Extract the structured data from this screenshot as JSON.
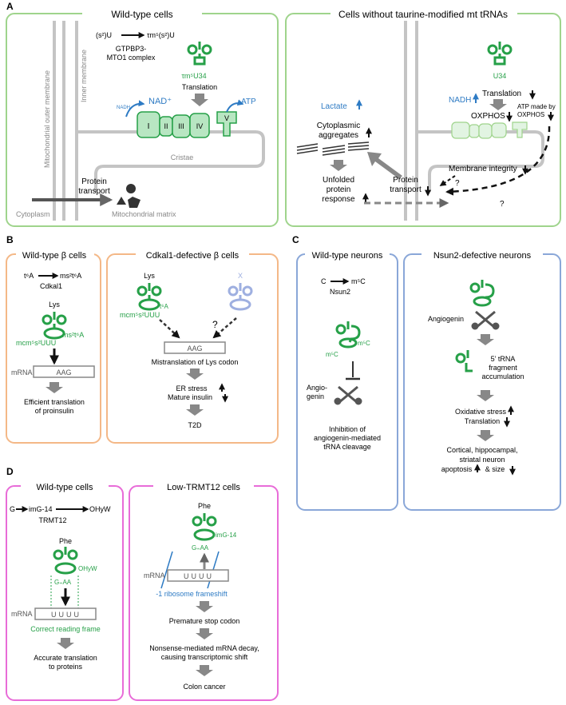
{
  "panels": {
    "A": {
      "letter": "A",
      "left_title": "Wild-type cells",
      "right_title": "Cells without taurine-modified mt tRNAs",
      "outer_membrane": "Mitochondrial outer membrane",
      "inner_membrane": "Inner membrane",
      "mod_from": "(s²)U",
      "mod_to": "τm⁵(s²)U",
      "enzyme_l1": "GTPBP3-",
      "enzyme_l2": "MTO1 complex",
      "trna_mod": "τm⁵U34",
      "translation": "Translation",
      "nadh": "NADH",
      "nad": "NAD⁺",
      "atp": "ATP",
      "complexes": [
        "I",
        "II",
        "III",
        "IV",
        "V"
      ],
      "cristae": "Cristae",
      "protein_l1": "Protein",
      "protein_l2": "transport",
      "cytoplasm": "Cytoplasm",
      "matrix": "Mitochondrial matrix",
      "r_trna_mod": "U34",
      "lactate": "Lactate",
      "r_nadh": "NADH",
      "r_translation": "Translation",
      "oxphos": "OXPHOS",
      "atp_made_l1": "ATP made by",
      "atp_made_l2": "OXPHOS",
      "aggr_l1": "Cytoplasmic",
      "aggr_l2": "aggregates",
      "upr_l1": "Unfolded",
      "upr_l2": "protein",
      "upr_l3": "response",
      "membrane_integrity": "Membrane integrity",
      "r_protein_l1": "Protein",
      "r_protein_l2": "transport",
      "q1": "?",
      "q2": "?"
    },
    "B": {
      "letter": "B",
      "left_title": "Wild-type β cells",
      "right_title": "Cdkal1-defective β cells",
      "mod_from": "t⁶A",
      "mod_to": "ms²t⁶A",
      "enzyme": "Cdkal1",
      "lys": "Lys",
      "anticodon_mod": "mcm⁵s²UUU",
      "t_mod": "ms²t⁶A",
      "mrna": "mRNA",
      "codon": "AAG",
      "eff_l1": "Efficient translation",
      "eff_l2": "of proinsulin",
      "r_lys": "Lys",
      "r_t6a": "t⁶A",
      "r_anticodon": "mcm⁵s²UUU",
      "x": "X",
      "q": "?",
      "r_codon": "AAG",
      "mistrans": "Mistranslation of Lys codon",
      "er_stress": "ER stress",
      "mature_insulin": "Mature insulin",
      "t2d": "T2D"
    },
    "C": {
      "letter": "C",
      "left_title": "Wild-type neurons",
      "right_title": "Nsun2-defective neurons",
      "mod_from": "C",
      "mod_to": "m⁵C",
      "enzyme": "Nsun2",
      "m5c_left": "m⁵C",
      "m5c_right": "m⁵C",
      "angio_l1": "Angio-",
      "angio_l2": "genin",
      "inhib_l1": "Inhibition of",
      "inhib_l2": "angiogenin-mediated",
      "inhib_l3": "tRNA cleavage",
      "r_angiogenin": "Angiogenin",
      "frag_l1": "5’ tRNA",
      "frag_l2": "fragment",
      "frag_l3": "accumulation",
      "oxidative": "Oxidative stress",
      "translation": "Translation",
      "outcome_l1": "Cortical, hippocampal,",
      "outcome_l2": "striatal neuron",
      "outcome_l3a": "apoptosis",
      "outcome_l3b": "& size"
    },
    "D": {
      "letter": "D",
      "left_title": "Wild-type cells",
      "right_title": "Low-TRMT12 cells",
      "path_g": "G",
      "path_mid": "imG-14",
      "path_end": "OHyW",
      "enzyme": "TRMT12",
      "phe": "Phe",
      "ohyw": "OHyW",
      "anticodon": "G₌AA",
      "mrna": "mRNA",
      "codon": "UUUU",
      "reading_frame": "Correct reading frame",
      "accurate_l1": "Accurate translation",
      "accurate_l2": "to proteins",
      "r_phe": "Phe",
      "r_img14": "imG-14",
      "r_anticodon": "G₌AA",
      "r_mrna": "mRNA",
      "r_codon": "UUUU",
      "frameshift": "-1 ribosome frameshift",
      "stop": "Premature stop codon",
      "nmd_l1": "Nonsense-mediated mRNA decay,",
      "nmd_l2": "causing transcriptomic shift",
      "cancer": "Colon cancer"
    }
  },
  "colors": {
    "green": "#26a048",
    "green_fill": "#b8e6c2",
    "green_border": "#9fd48c",
    "orange_border": "#f4b887",
    "blue_border": "#8aa7d8",
    "magenta_border": "#e86cd8",
    "blue_text": "#2e7bc4",
    "gray_arrow": "#888888",
    "light_purple": "#9eafe0"
  }
}
